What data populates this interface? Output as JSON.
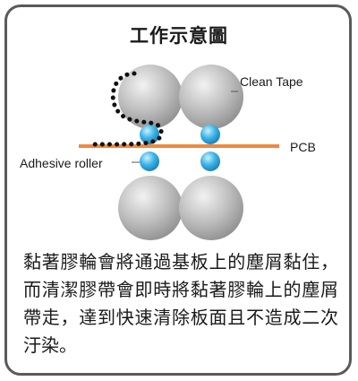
{
  "title": "工作示意圖",
  "labels": {
    "clean_tape": "Clean Tape",
    "pcb": "PCB",
    "adhesive_roller": "Adhesive roller"
  },
  "description": "黏著膠輪會將通過基板上的塵屑黏住，而清潔膠帶會即時將黏著膠輪上的塵屑帶走，達到快速清除板面且不造成二次汙染。",
  "colors": {
    "pcb_line": "#f08a3c",
    "small_roller": "#2aa8e0",
    "large_roller": "#b8b8b8",
    "tape": "#111111"
  }
}
